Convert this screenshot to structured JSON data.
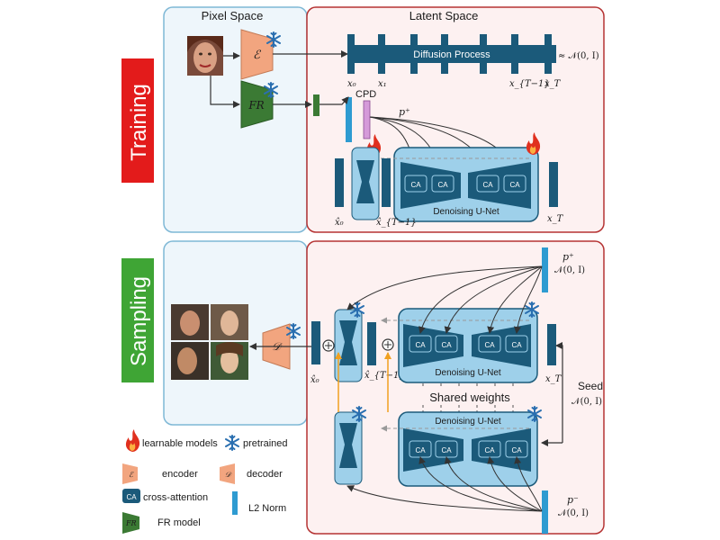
{
  "side_labels": {
    "training": "Training",
    "sampling": "Sampling"
  },
  "sections": {
    "pixel_space": "Pixel Space",
    "latent_space": "Latent Space"
  },
  "training": {
    "encoder_symbol": "ℰ",
    "fr_symbol": "FR",
    "diffusion_label": "Diffusion Process",
    "approx_normal": "≈ 𝒩(0, I)",
    "x0": "x₀",
    "x1": "x₁",
    "xT1": "x_{T−1}",
    "xT": "x_T",
    "cpd": "CPD",
    "p_plus": "p⁺",
    "unet_label": "Denoising U-Net",
    "ca": "CA",
    "xhat0": "x̂₀",
    "xhatT1": "x̂_{T−1}",
    "xT_bottom": "x_T"
  },
  "sampling": {
    "decoder_symbol": "𝒟",
    "p_plus": "p⁺",
    "normal_plus": "𝒩(0, I)",
    "unet_top_label": "Denoising U-Net",
    "unet_bottom_label": "Denoising U-Net",
    "shared_weights": "Shared weights",
    "seed": "Seed",
    "normal_seed": "𝒩(0, I)",
    "p_minus": "p⁻",
    "normal_minus": "𝒩(0, I)",
    "xhat0": "x̂₀",
    "xhatT1": "x̂_{T−1}",
    "xT": "x_T",
    "ca": "CA"
  },
  "legend": {
    "learnable": "learnable models",
    "pretrained": "pretrained",
    "encoder": "encoder",
    "decoder": "decoder",
    "ca": "CA",
    "cross_attention": "cross-attention",
    "l2norm": "L2 Norm",
    "fr_symbol": "FR",
    "fr_model": "FR model",
    "enc_symbol": "ℰ",
    "dec_symbol": "𝒟"
  },
  "colors": {
    "training_red": "#e31b1b",
    "sampling_green": "#3fa535",
    "navy": "#1b5a7a",
    "light_blue_block": "#9ed0ea",
    "salmon": "#f2a57f",
    "fr_green": "#3b7a34",
    "pixel_bg": "#eef6fb",
    "latent_bg": "#fdf1f1",
    "latent_border": "#b53333",
    "pixel_border": "#7fb8d6",
    "orange_arrow": "#f0a020",
    "cpd_pink": "#d59ad9",
    "l2_blue": "#2e9bd1"
  }
}
